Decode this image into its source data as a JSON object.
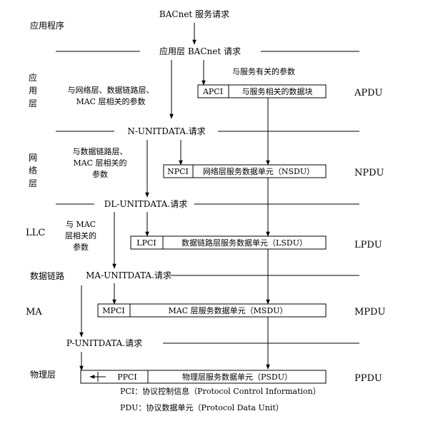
{
  "diagram": {
    "top_request": "BACnet 服务请求",
    "layers": {
      "app_program": "应用程序",
      "app_1": "应",
      "app_2": "用",
      "app_3": "层",
      "net_1": "网",
      "net_2": "络",
      "net_3": "层",
      "llc": "LLC",
      "datalink": "数据链路",
      "ma": "MA",
      "physical": "物理层"
    },
    "requests": {
      "app_bacnet": "应用层 BACnet 请求",
      "n_unitdata": "N-UNITDATA.请求",
      "dl_unitdata": "DL-UNITDATA.请求",
      "ma_unitdata": "MA-UNITDATA.请求",
      "p_unitdata": "P-UNITDATA.请求"
    },
    "params": {
      "service_params": "与服务有关的参数",
      "app_params_1": "与网络层、数据链路层、",
      "app_params_2": "MAC 层相关的参数",
      "net_params_1": "与数据链路层、",
      "net_params_2": "MAC 层相关的",
      "net_params_3": "参数",
      "llc_params_1": "与 MAC",
      "llc_params_2": "层相关的",
      "llc_params_3": "参数"
    },
    "boxes": {
      "apci": "APCI",
      "apci_data": "与服务相关的数据块",
      "npci": "NPCI",
      "npci_data": "网络层服务数据单元（NSDU）",
      "lpci": "LPCI",
      "lpci_data": "数据链路层服务数据单元（LSDU）",
      "mpci": "MPCI",
      "mpci_data": "MAC 层服务数据单元（MSDU）",
      "ppci": "PPCI",
      "ppci_data": "物理层服务数据单元（PSDU）"
    },
    "pdus": {
      "apdu": "APDU",
      "npdu": "NPDU",
      "lpdu": "LPDU",
      "mpdu": "MPDU",
      "ppdu": "PPDU"
    },
    "legend": {
      "pci": "PCI：协议控制信息（Protocol Control Information）",
      "pdu": "PDU：协议数据单元（Protocol Data Unit）"
    }
  }
}
